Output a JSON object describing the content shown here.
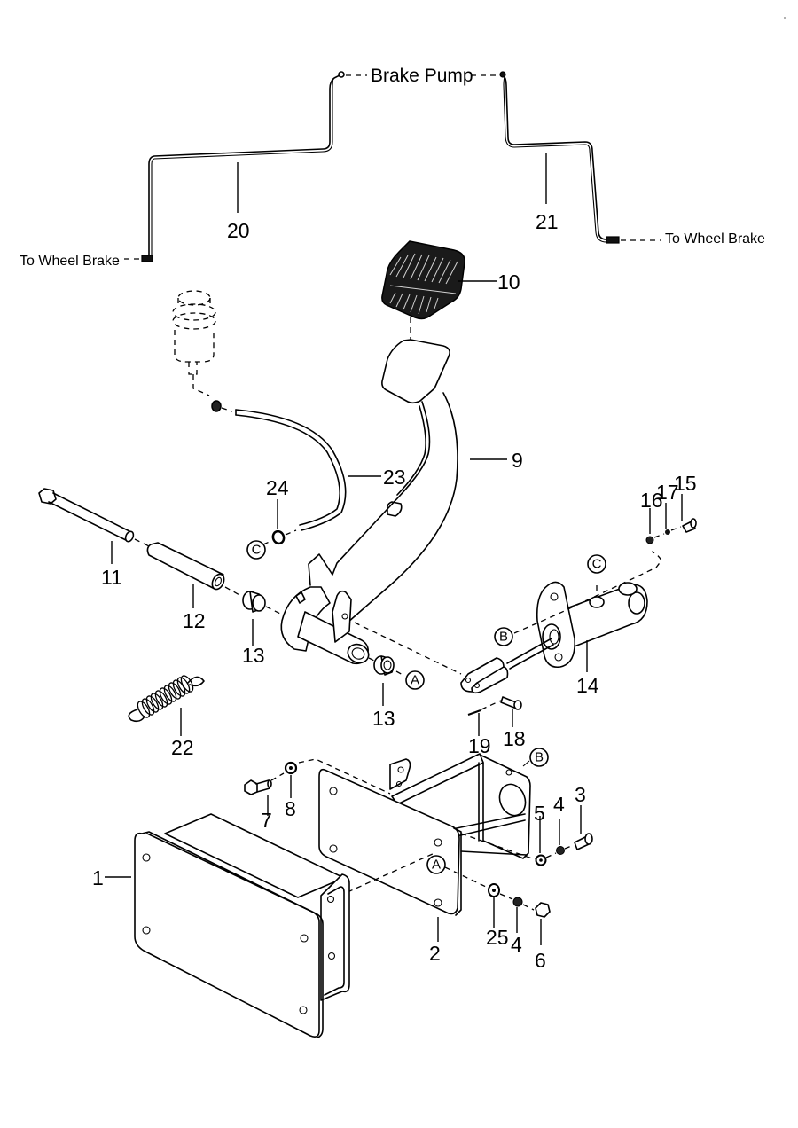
{
  "diagram": {
    "title": "Brake Pedal Assembly (exploded view)",
    "notes": {
      "brake_pump": "Brake Pump",
      "to_wheel_brake_left": "To Wheel Brake",
      "to_wheel_brake_right": "To Wheel Brake"
    },
    "callouts": {
      "p1": "1",
      "p2": "2",
      "p3": "3",
      "p4a": "4",
      "p4b": "4",
      "p5": "5",
      "p6": "6",
      "p7": "7",
      "p8": "8",
      "p9": "9",
      "p10": "10",
      "p11": "11",
      "p12": "12",
      "p13a": "13",
      "p13b": "13",
      "p14": "14",
      "p15": "15",
      "p16": "16",
      "p17": "17",
      "p18": "18",
      "p19": "19",
      "p20": "20",
      "p21": "21",
      "p22": "22",
      "p23": "23",
      "p24": "24",
      "p25": "25"
    },
    "reference_markers": {
      "a1": "A",
      "a2": "A",
      "b1": "B",
      "b2": "B",
      "c1": "C",
      "c2": "C"
    },
    "parts": [
      {
        "id": "1",
        "name": "mounting-plate-box"
      },
      {
        "id": "2",
        "name": "pedal-bracket"
      },
      {
        "id": "3",
        "name": "bolt"
      },
      {
        "id": "4",
        "name": "lock-washer"
      },
      {
        "id": "5",
        "name": "flat-washer"
      },
      {
        "id": "6",
        "name": "nut"
      },
      {
        "id": "7",
        "name": "bolt"
      },
      {
        "id": "8",
        "name": "nut"
      },
      {
        "id": "9",
        "name": "brake-pedal-arm"
      },
      {
        "id": "10",
        "name": "pedal-pad"
      },
      {
        "id": "11",
        "name": "pivot-bolt"
      },
      {
        "id": "12",
        "name": "sleeve"
      },
      {
        "id": "13",
        "name": "bushing"
      },
      {
        "id": "14",
        "name": "master-cylinder"
      },
      {
        "id": "15",
        "name": "bolt"
      },
      {
        "id": "16",
        "name": "washer"
      },
      {
        "id": "17",
        "name": "washer"
      },
      {
        "id": "18",
        "name": "clevis-pin"
      },
      {
        "id": "19",
        "name": "cotter-pin"
      },
      {
        "id": "20",
        "name": "brake-line-left"
      },
      {
        "id": "21",
        "name": "brake-line-right"
      },
      {
        "id": "22",
        "name": "return-spring"
      },
      {
        "id": "23",
        "name": "reservoir-hose"
      },
      {
        "id": "24",
        "name": "hose-clamp"
      },
      {
        "id": "25",
        "name": "washer"
      }
    ]
  }
}
